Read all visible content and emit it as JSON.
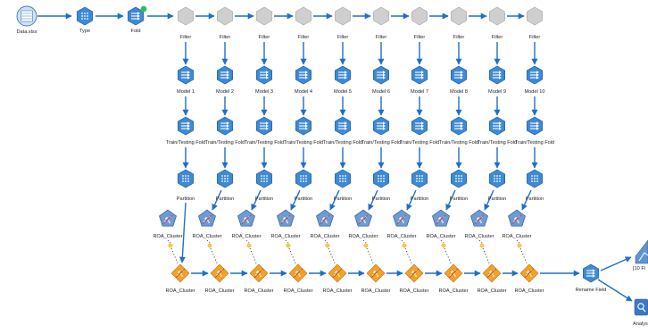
{
  "stream": {
    "source": {
      "label": "Data.xlsx"
    },
    "type_node": {
      "label": "Type"
    },
    "fold_node": {
      "label": "Fold"
    },
    "filter_label": "Filter",
    "partition_label": "Partition",
    "train_test_label": "Train/Testing Fold",
    "cluster_label": "ROA_Cluster",
    "models": [
      "Model 1",
      "Model 2",
      "Model 3",
      "Model 4",
      "Model 5",
      "Model 6",
      "Model 7",
      "Model 8",
      "Model 9",
      "Model 10"
    ],
    "rename_label": "Rename Field",
    "output_partial_label": "[10 Fi",
    "analysis_partial_label": "Analys"
  },
  "colors": {
    "link": "#1f6fc7",
    "filter_node": "#cfcfcf",
    "process_node": "#3d8ad6",
    "cluster_model": "#6f9bd4",
    "nugget": "#f0a328",
    "connector_dot": "#f2d04a",
    "status_dot": "#2fc24a"
  },
  "icons": {
    "source": "excel-source-icon",
    "type": "type-icon",
    "fold": "fold-icon",
    "filter": "filter-icon",
    "derive": "derive-icon",
    "train_test": "train-test-icon",
    "partition": "partition-icon",
    "cluster": "k-means-model-icon",
    "nugget": "model-nugget-icon",
    "rename": "rename-field-icon",
    "chart_output": "chart-output-icon",
    "analysis": "analysis-icon"
  }
}
